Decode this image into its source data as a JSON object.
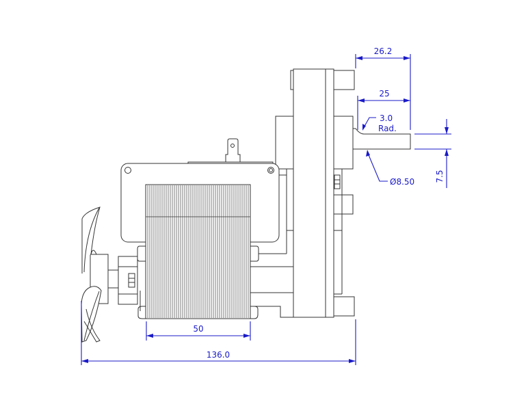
{
  "drawing": {
    "subject": "Gear motor side view with fan",
    "line_color": "#333333",
    "dimension_color": "#1a1ac8",
    "dimensions": {
      "shaft_overall_length": "26.2",
      "shaft_length": "25",
      "shaft_radius_label": "3.0",
      "shaft_radius_unit": "Rad.",
      "shaft_diameter": "Ø8.50",
      "shaft_flat_offset": "7.5",
      "core_width": "50",
      "overall_length": "136.0"
    }
  }
}
